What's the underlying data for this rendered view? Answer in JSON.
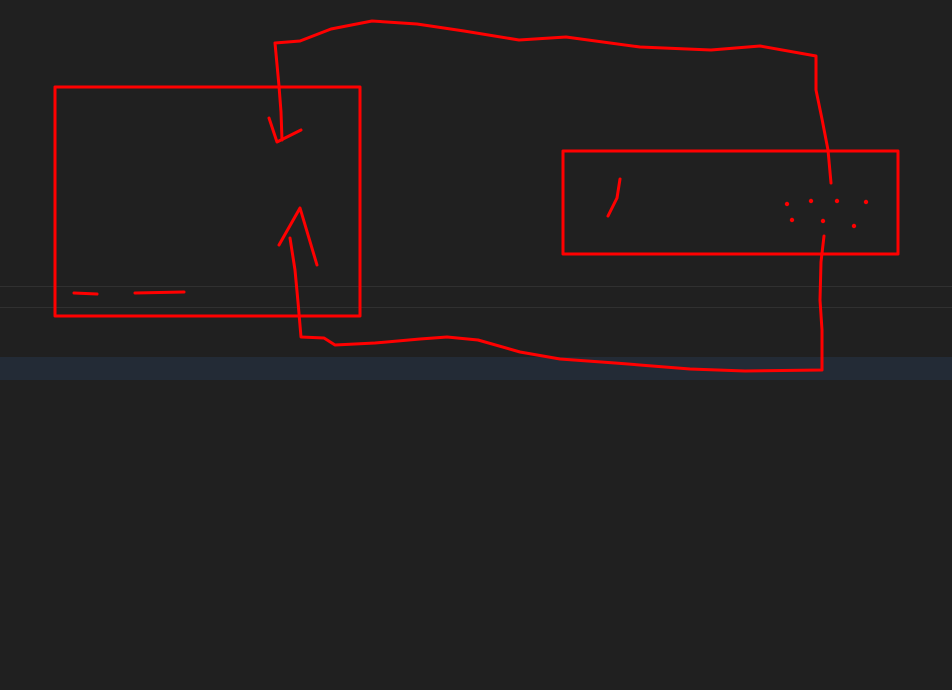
{
  "canvas": {
    "background": "#202020",
    "row_separator_color": "#303030",
    "selection_band_color": "#232b36"
  },
  "annotation": {
    "stroke_color": "#ff0000",
    "left_box": {
      "lines": [
        "-- ----"
      ],
      "marks": [
        "arrow-down-icon",
        "arrow-up-icon"
      ]
    },
    "right_box": {
      "lines": [
        "/ . : : :"
      ],
      "marks": [
        "dotted-handle-icon"
      ]
    },
    "connector": {
      "type": "freehand-loop",
      "endpoints": [
        "left_box",
        "right_box"
      ]
    }
  }
}
